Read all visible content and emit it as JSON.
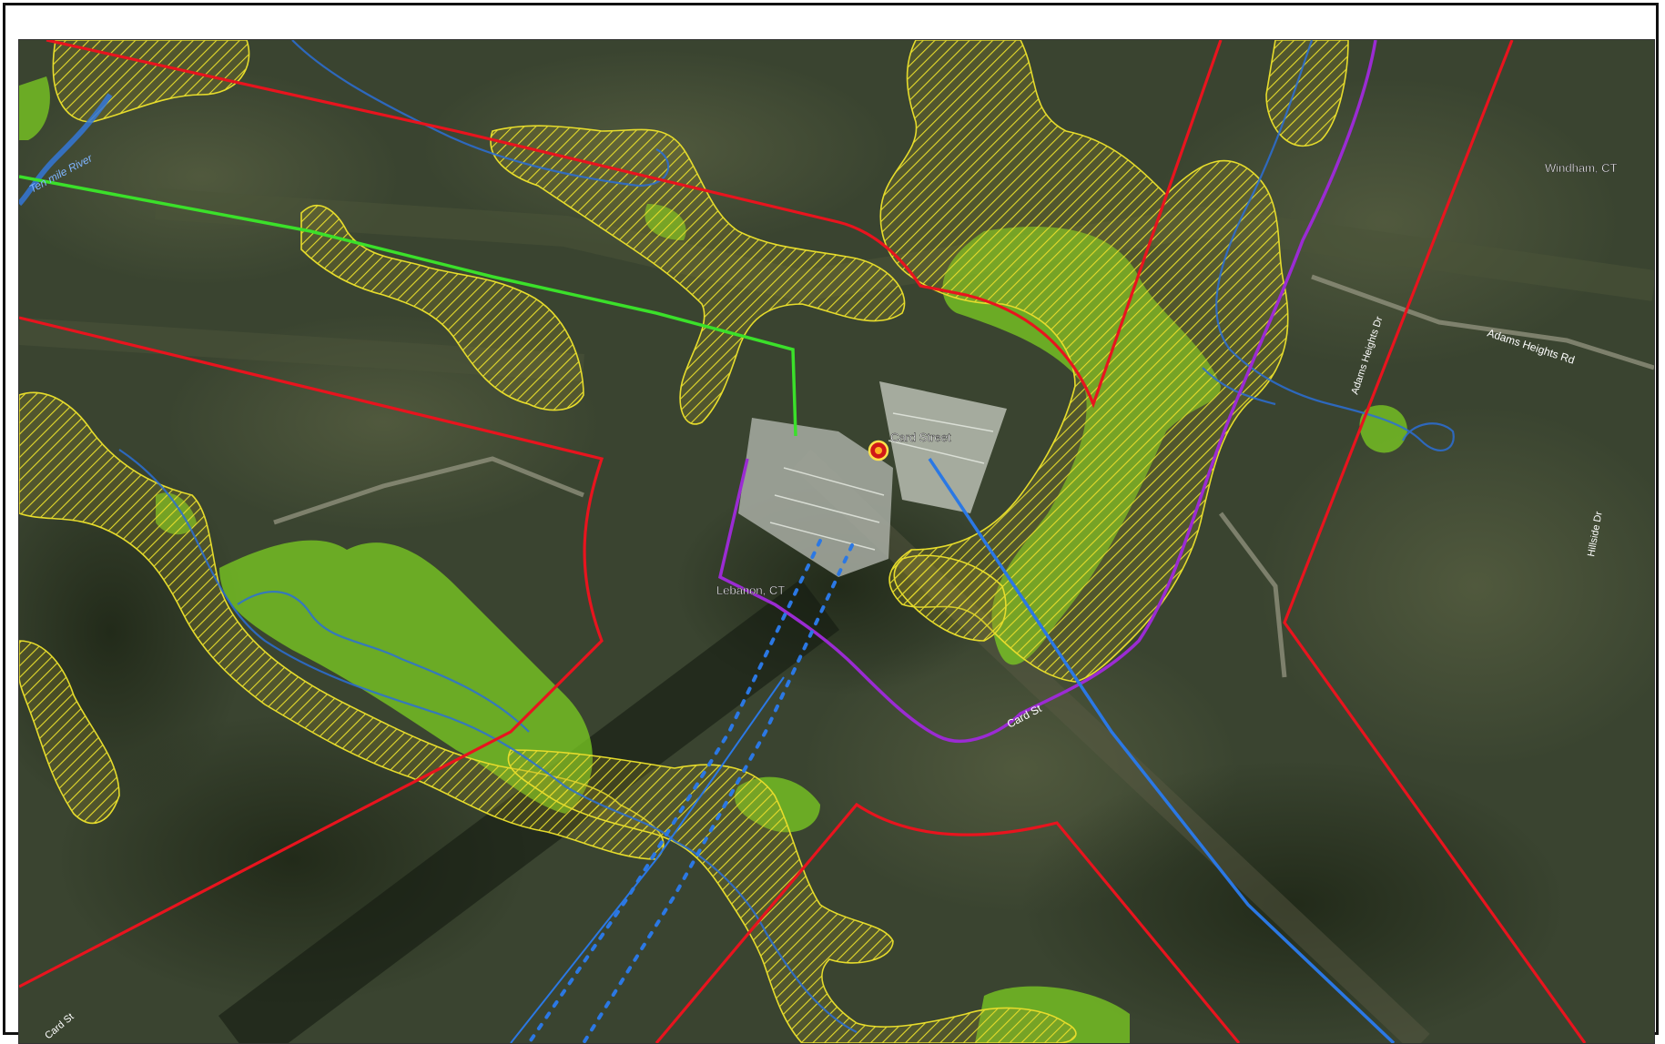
{
  "map": {
    "labels": {
      "substation": "Card Street",
      "town_lebanon": "Lebanon, CT",
      "town_windham": "Windham, CT",
      "river": "Ten mile River",
      "road_card_st_1": "Card St",
      "road_card_st_2": "Card St",
      "road_adams_heights_rd": "Adams Heights Rd",
      "road_adams_heights_dr": "Adams Heights Dr",
      "road_hillside_dr": "Hillside Dr"
    },
    "colors": {
      "boundary": "#e8141e",
      "hatch_zone": "#e6dc2c",
      "wetland": "#7ed321",
      "line_green": "#3be02a",
      "line_purple": "#9b2bd3",
      "line_blue": "#2b78e4",
      "water": "#2c6fd6",
      "marker": "#d01818"
    },
    "icons": {
      "substation_marker": "red-circle-marker-icon"
    }
  }
}
